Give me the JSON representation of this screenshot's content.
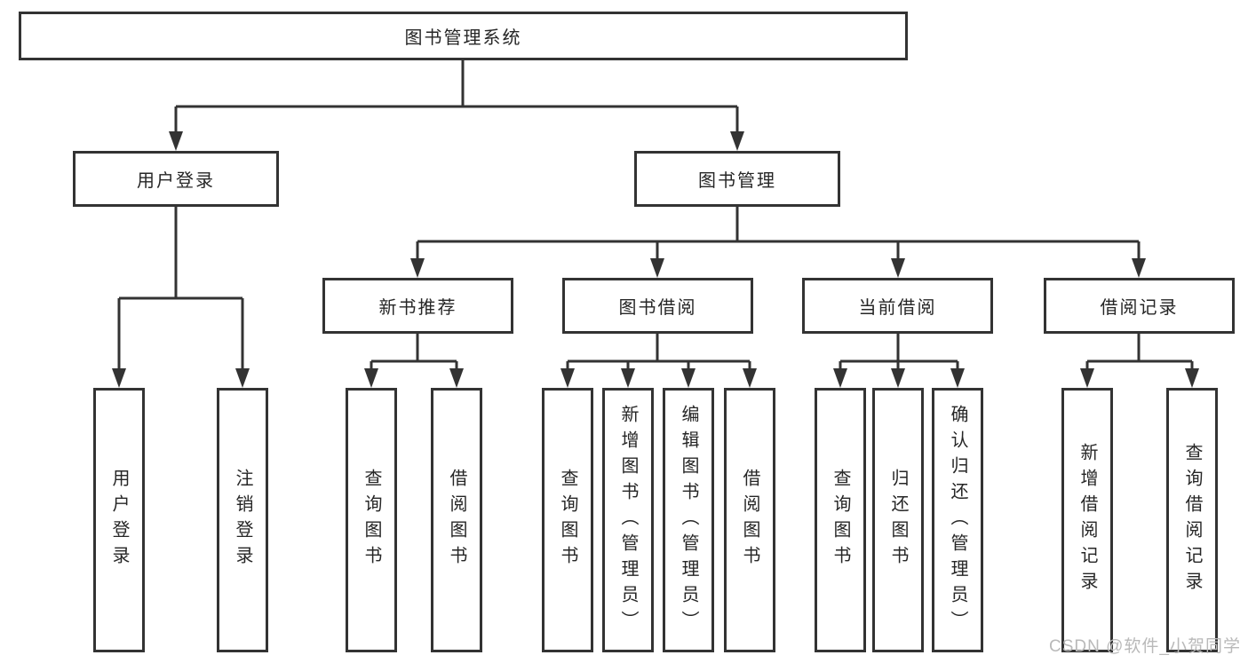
{
  "watermark": "CSDN @软件_小贺同学",
  "colors": {
    "background": "#ffffff",
    "box_border": "#333333",
    "connector_line": "#333333",
    "text": "#262626",
    "watermark": "#b9b9b9"
  },
  "tree": {
    "label": "图书管理系统",
    "children": [
      {
        "label": "用户登录",
        "children": [
          {
            "label": "用户登录"
          },
          {
            "label": "注销登录"
          }
        ]
      },
      {
        "label": "图书管理",
        "children": [
          {
            "label": "新书推荐",
            "children": [
              {
                "label": "查询图书"
              },
              {
                "label": "借阅图书"
              }
            ]
          },
          {
            "label": "图书借阅",
            "children": [
              {
                "label": "查询图书"
              },
              {
                "label": "新增图书（管理员）"
              },
              {
                "label": "编辑图书（管理员）"
              },
              {
                "label": "借阅图书"
              }
            ]
          },
          {
            "label": "当前借阅",
            "children": [
              {
                "label": "查询图书"
              },
              {
                "label": "归还图书"
              },
              {
                "label": "确认归还（管理员）"
              }
            ]
          },
          {
            "label": "借阅记录",
            "children": [
              {
                "label": "新增借阅记录"
              },
              {
                "label": "查询借阅记录"
              }
            ]
          }
        ]
      }
    ]
  }
}
